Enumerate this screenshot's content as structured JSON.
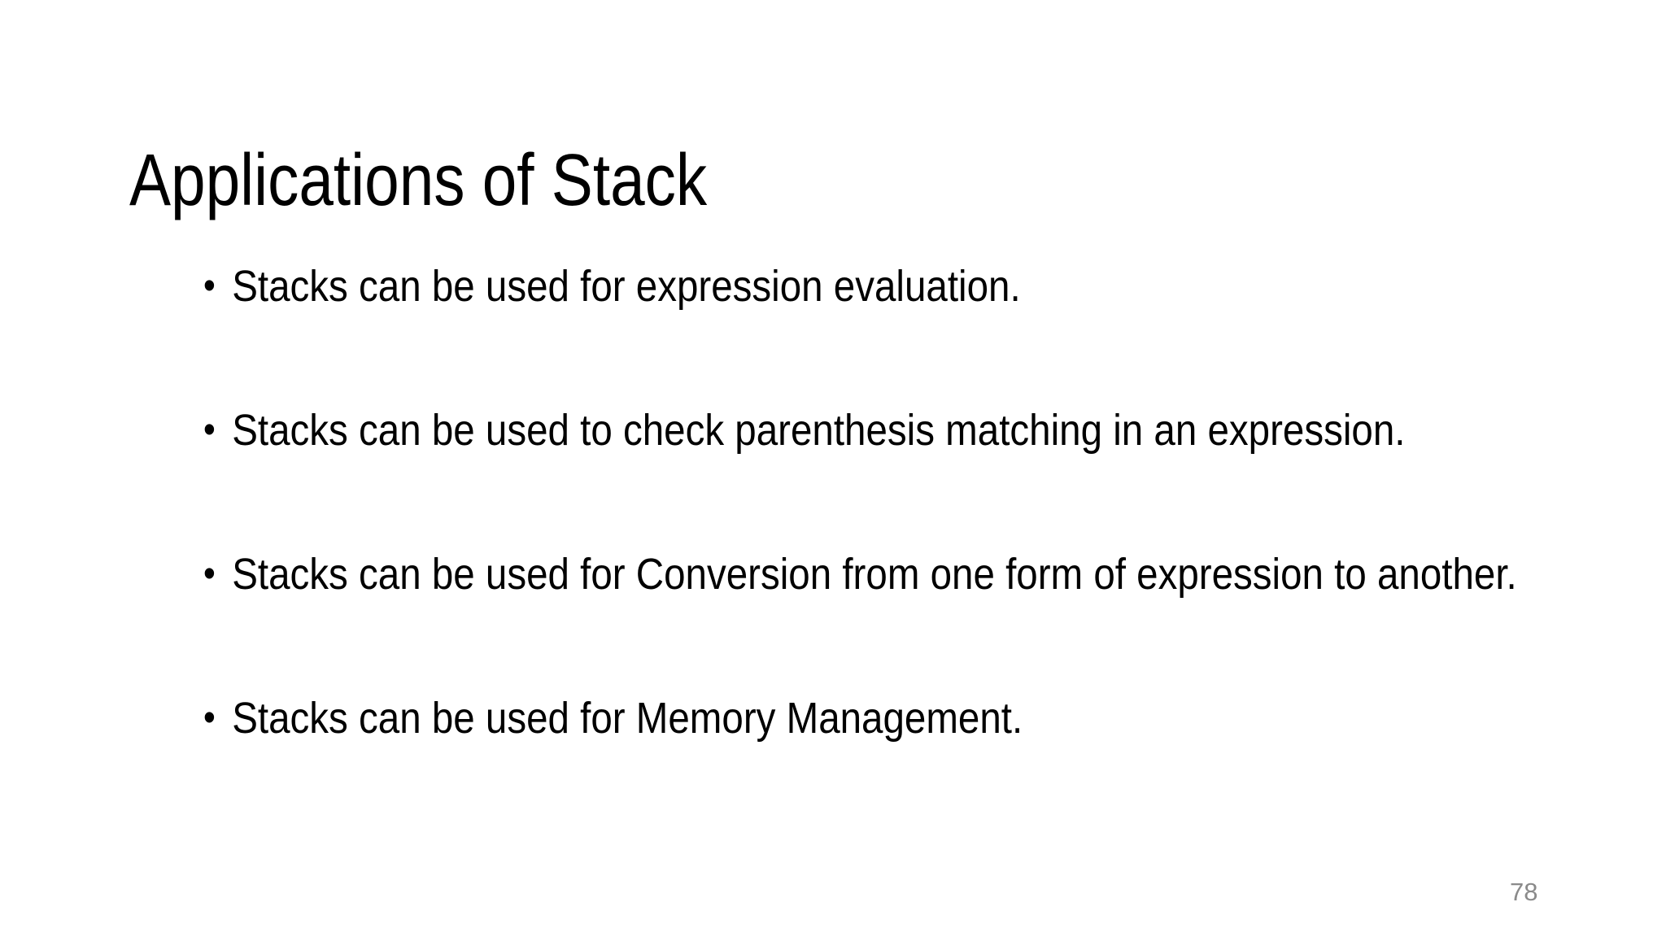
{
  "slide": {
    "title": "Applications of Stack",
    "bullet_char": "•",
    "bullets": [
      "Stacks can be used for expression evaluation.",
      "Stacks can be used to check parenthesis matching in an expression.",
      "Stacks can be used for Conversion from one form of expression to another.",
      "Stacks can be used for Memory Management."
    ],
    "page_number": "78",
    "colors": {
      "background": "#ffffff",
      "text": "#000000",
      "page_number": "#8a8a8a"
    }
  }
}
